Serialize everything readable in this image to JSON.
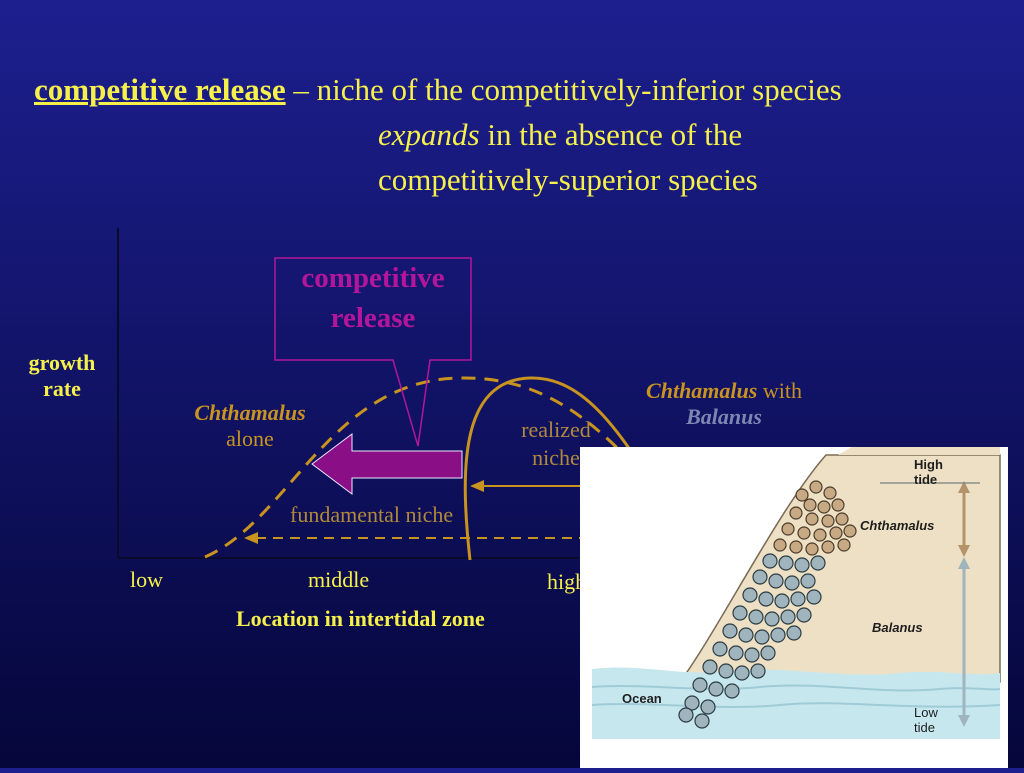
{
  "title": {
    "term": "competitive release",
    "line1_rest": " – niche of the competitively-inferior species",
    "line2_em": "expands",
    "line2_rest": " in the absence of the",
    "line3": "competitively-superior species"
  },
  "graph": {
    "y_label_line1": "growth",
    "y_label_line2": "rate",
    "x_ticks": [
      "low",
      "middle",
      "high"
    ],
    "x_label": "Location in intertidal zone",
    "callout_line1": "competitive",
    "callout_line2": "release",
    "alone_species": "Chthamalus",
    "alone_text": "alone",
    "with_species": "Chthamalus",
    "with_text": " with",
    "with_partner": "Balanus",
    "realized_line1": "realized",
    "realized_line2": "niche",
    "fundamental": "fundamental niche"
  },
  "photo": {
    "high_tide_line1": "High",
    "high_tide_line2": "tide",
    "chthamalus": "Chthamalus",
    "balanus": "Balanus",
    "ocean": "Ocean",
    "low_tide_line1": "Low",
    "low_tide_line2": "tide"
  },
  "colors": {
    "background": "#12146a",
    "title_text": "#f6f04a",
    "curve": "#c8931f",
    "release": "#b3169a",
    "arrow": "#8a0e86"
  }
}
